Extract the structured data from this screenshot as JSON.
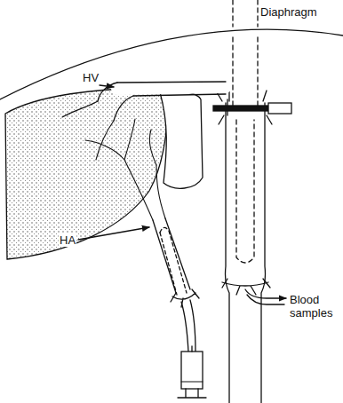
{
  "diagram": {
    "labels": [
      "Diaphragm",
      "HV",
      "HA",
      "Blood samples"
    ]
  }
}
